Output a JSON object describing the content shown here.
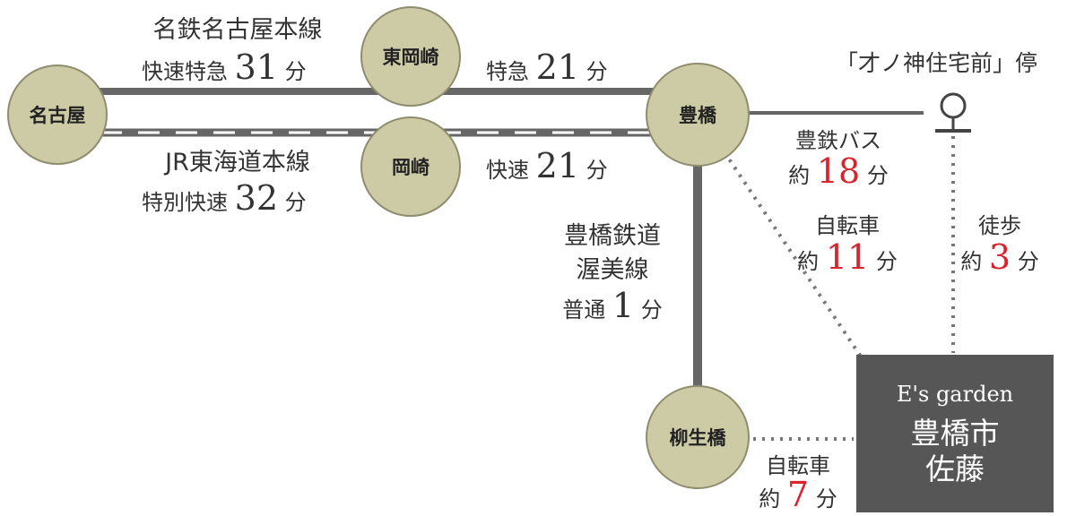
{
  "stations": {
    "nagoya": "名古屋",
    "higashi_okazaki": "東岡崎",
    "okazaki": "岡崎",
    "toyohashi": "豊橋",
    "yagyubashi": "柳生橋"
  },
  "routes": {
    "meitetsu": {
      "line": "名鉄名古屋本線",
      "service": "快速特急",
      "time": "31",
      "unit": "分"
    },
    "meitetsu_tokkyu": {
      "service": "特急",
      "time": "21",
      "unit": "分"
    },
    "jr": {
      "line": "JR東海道本線",
      "service": "特別快速",
      "time": "32",
      "unit": "分"
    },
    "jr_kaisoku": {
      "service": "快速",
      "time": "21",
      "unit": "分"
    },
    "atsumi": {
      "line1": "豊橋鉄道",
      "line2": "渥美線",
      "service": "普通",
      "time": "1",
      "unit": "分"
    },
    "bus": {
      "label": "豊鉄バス",
      "prefix": "約",
      "time": "18",
      "unit": "分"
    },
    "bike_toyohashi": {
      "label": "自転車",
      "prefix": "約",
      "time": "11",
      "unit": "分"
    },
    "walk": {
      "label": "徒歩",
      "prefix": "約",
      "time": "3",
      "unit": "分"
    },
    "bike_yagyubashi": {
      "label": "自転車",
      "prefix": "約",
      "time": "7",
      "unit": "分"
    }
  },
  "bus_stop": "「才ノ神住宅前」停",
  "destination": {
    "brand": "E's garden",
    "line1": "豊橋市",
    "line2": "佐藤"
  },
  "colors": {
    "station_fill": "#cdcba5",
    "line": "#666666",
    "highlight": "#d9232d",
    "destination_bg": "#565656"
  }
}
